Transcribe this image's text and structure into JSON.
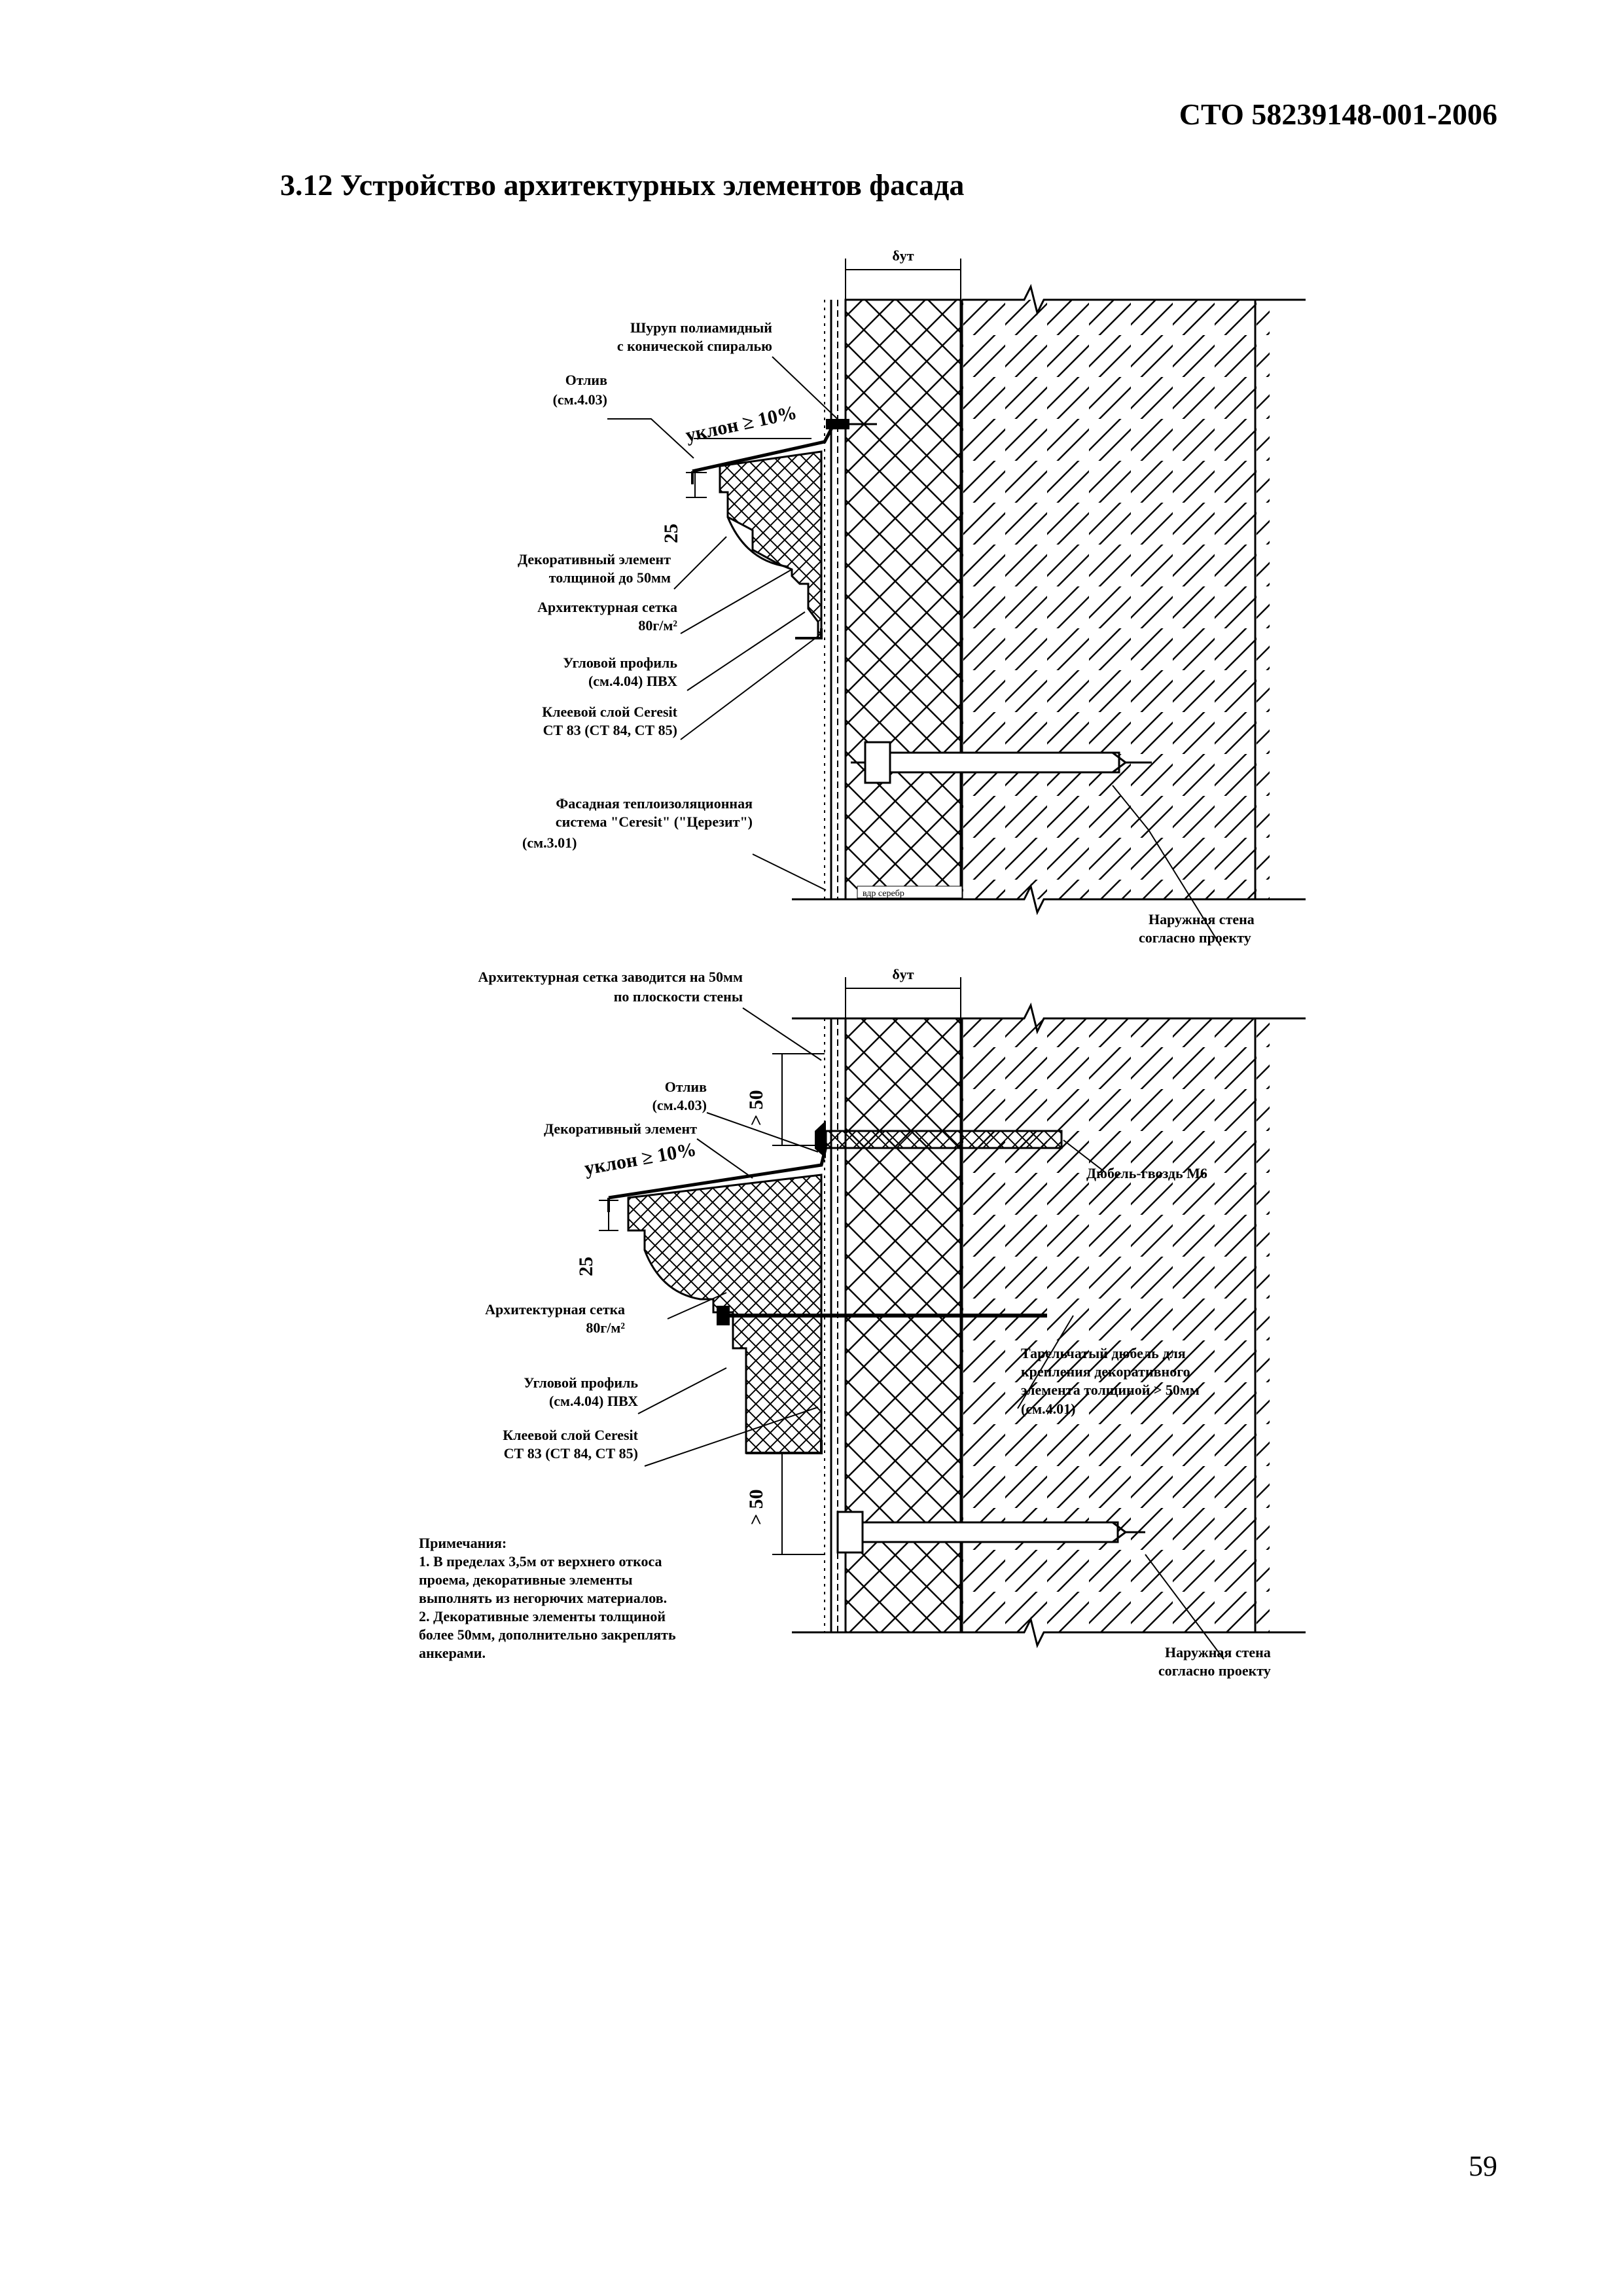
{
  "header": {
    "doc_code": "СТО 58239148-001-2006"
  },
  "section": {
    "title": "3.12  Устройство архитектурных элементов фасада"
  },
  "page_number": "59",
  "figure1": {
    "delta_label": "δут",
    "labels": {
      "screw_1": "Шуруп полиамидный",
      "screw_2": "с конической спиралью",
      "drip_1": "Отлив",
      "drip_2": "(см.4.03)",
      "slope": "уклон ≥ 10%",
      "dim_25": "25",
      "deco_1": "Декоративный элемент",
      "deco_2": "толщиной до 50мм",
      "mesh_1": "Архитектурная сетка",
      "mesh_2": "80г/м²",
      "corner_1": "Угловой профиль",
      "corner_2": "(см.4.04)    ПВХ",
      "glue_1": "Клеевой слой Ceresit",
      "glue_2": "СТ 83 (СТ 84, СТ 85)",
      "facade_1": "Фасадная теплоизоляционная",
      "facade_2": "система \"Ceresit\" (\"Церезит\")",
      "facade_3": "(см.3.01)",
      "small": "вдр серебр",
      "wall_1": "Наружная стена",
      "wall_2": "согласно проекту"
    }
  },
  "figure2": {
    "delta_label": "δут",
    "labels": {
      "mesh_top_1": "Архитектурная сетка заводится на 50мм",
      "mesh_top_2": "по плоскости стены",
      "drip_1": "Отлив",
      "drip_2": "(см.4.03)",
      "deco": "Декоративный элемент",
      "dim_50_top": "> 50",
      "slope": "уклон ≥ 10%",
      "dowel_nail": "Дюбель-гвоздь М6",
      "dim_25": "25",
      "mesh_1": "Архитектурная сетка",
      "mesh_2": "80г/м²",
      "plate_1": "Тарельчатый дюбель для",
      "plate_2": "крепления декоративного",
      "plate_3": "элемента толщиной > 50мм",
      "plate_4": "(см.4.01)",
      "corner_1": "Угловой профиль",
      "corner_2": "(см.4.04)    ПВХ",
      "glue_1": "Клеевой слой Ceresit",
      "glue_2": "СТ 83 (СТ 84, СТ 85)",
      "dim_50_bottom": "> 50",
      "wall_1": "Наружная стена",
      "wall_2": "согласно проекту"
    }
  },
  "notes": {
    "title": "Примечания:",
    "lines": [
      "1. В пределах 3,5м от верхнего откоса",
      "проема, декоративные элементы",
      "выполнять из негорючих материалов.",
      "2. Декоративные элементы толщиной",
      "более 50мм, дополнительно закреплять",
      "анкерами."
    ]
  }
}
